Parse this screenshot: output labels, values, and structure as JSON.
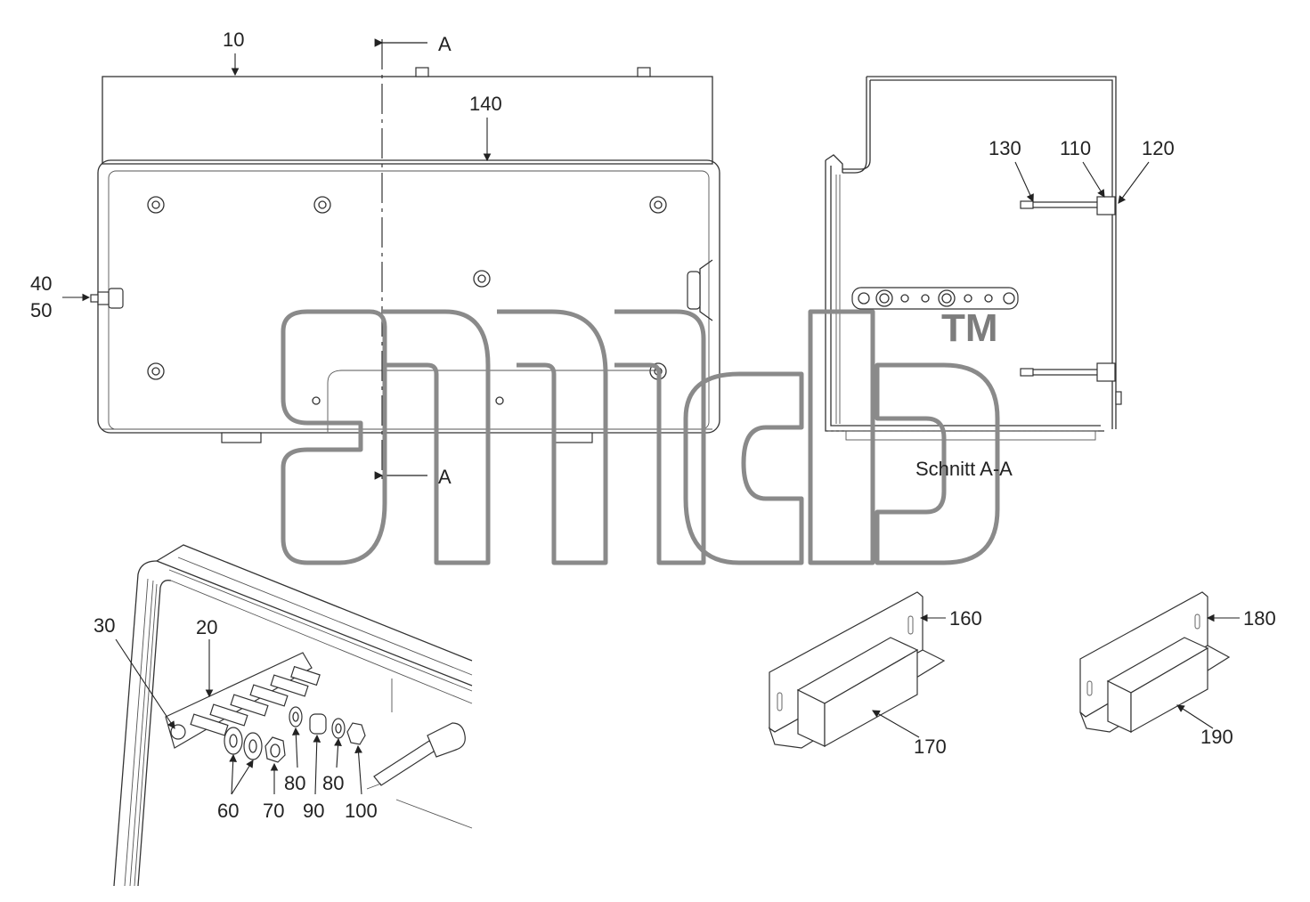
{
  "section_marker": "A",
  "section_title": "Schnitt A-A",
  "trademark": "TM",
  "callouts": {
    "c10": "10",
    "c140": "140",
    "c40": "40",
    "c50": "50",
    "c130": "130",
    "c110": "110",
    "c120": "120",
    "c30": "30",
    "c20": "20",
    "c60": "60",
    "c70": "70",
    "c80a": "80",
    "c90": "90",
    "c80b": "80",
    "c100": "100",
    "c160": "160",
    "c170": "170",
    "c180": "180",
    "c190": "190"
  }
}
